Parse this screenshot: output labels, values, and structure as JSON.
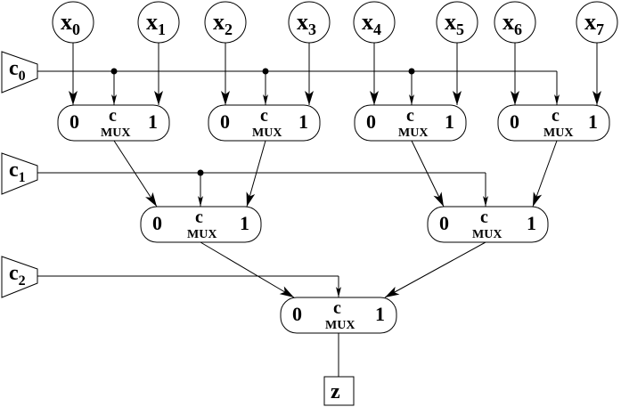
{
  "title": "8-to-1 multiplexer tree",
  "inputs": [
    {
      "base": "x",
      "sub": "0"
    },
    {
      "base": "x",
      "sub": "1"
    },
    {
      "base": "x",
      "sub": "2"
    },
    {
      "base": "x",
      "sub": "3"
    },
    {
      "base": "x",
      "sub": "4"
    },
    {
      "base": "x",
      "sub": "5"
    },
    {
      "base": "x",
      "sub": "6"
    },
    {
      "base": "x",
      "sub": "7"
    }
  ],
  "controls": [
    {
      "base": "c",
      "sub": "0"
    },
    {
      "base": "c",
      "sub": "1"
    },
    {
      "base": "c",
      "sub": "2"
    }
  ],
  "mux": {
    "in0": "0",
    "ctrl": "c",
    "in1": "1",
    "name": "MUX"
  },
  "muxes": [
    {
      "level": 0,
      "index": 0
    },
    {
      "level": 0,
      "index": 1
    },
    {
      "level": 0,
      "index": 2
    },
    {
      "level": 0,
      "index": 3
    },
    {
      "level": 1,
      "index": 0
    },
    {
      "level": 1,
      "index": 1
    },
    {
      "level": 2,
      "index": 0
    }
  ],
  "output": {
    "label": "z"
  }
}
